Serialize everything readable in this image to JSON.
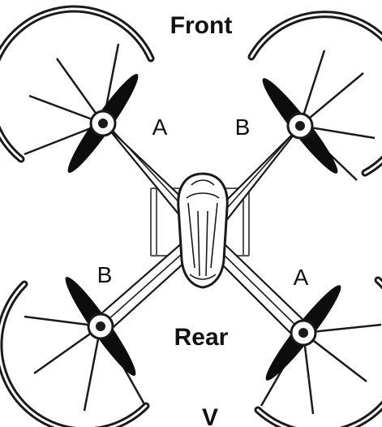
{
  "labels": {
    "front": "Front",
    "rear": "Rear",
    "bottom_mark": "V"
  },
  "propellers": {
    "front_left": "A",
    "front_right": "B",
    "rear_left": "B",
    "rear_right": "A"
  }
}
